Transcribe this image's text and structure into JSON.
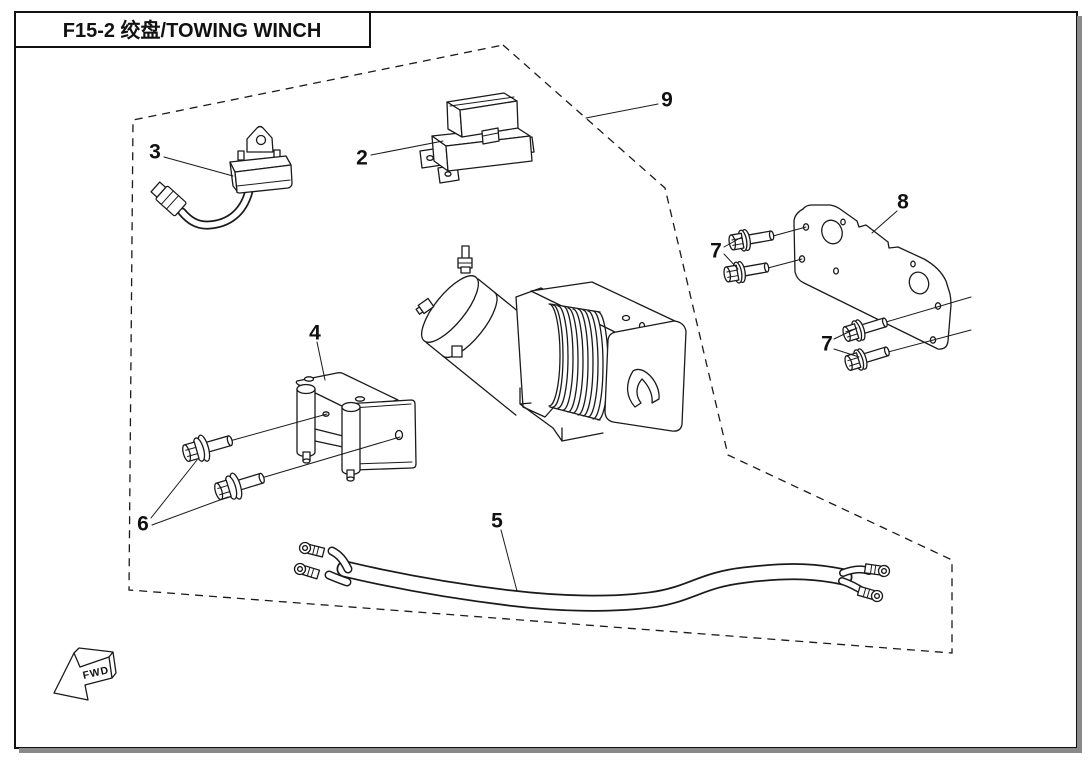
{
  "title": "F15-2 绞盘/TOWING WINCH",
  "fwd_label": "FWD",
  "callouts": {
    "c2": "2",
    "c3": "3",
    "c4": "4",
    "c5": "5",
    "c6": "6",
    "c7a": "7",
    "c7b": "7",
    "c8": "8",
    "c9": "9"
  },
  "colors": {
    "line": "#1a1a1a",
    "shadow": "#8a8a8a",
    "background": "#ffffff"
  }
}
